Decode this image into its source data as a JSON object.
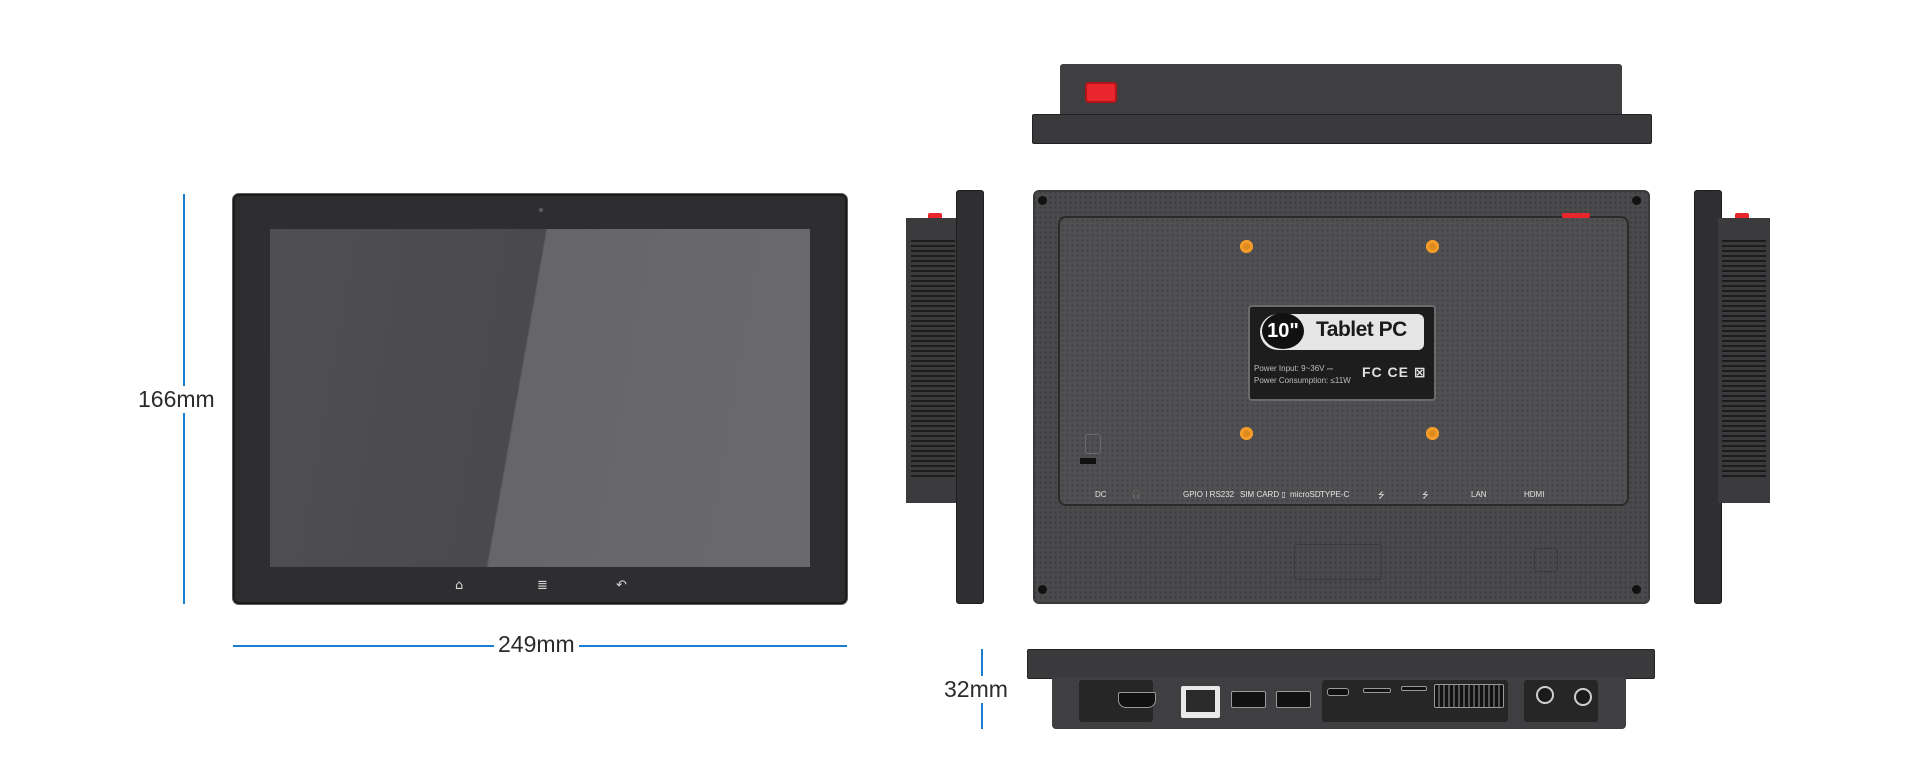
{
  "dimensions": {
    "height_label": "166mm",
    "width_label": "249mm",
    "depth_label": "32mm"
  },
  "front": {
    "nav_home_icon": "⌂",
    "nav_menu_icon": "≣",
    "nav_back_icon": "↶"
  },
  "back": {
    "badge_size": "10\"",
    "badge_title": "Tablet PC",
    "power_input": "Power Input: 9~36V ⎓",
    "power_consumption": "Power Consumption: ≤11W",
    "certifications": "FC CE ⊠",
    "port_labels": [
      {
        "text": "DC"
      },
      {
        "text": "🎧"
      },
      {
        "text": "GPIO I RS232"
      },
      {
        "text": "SIM CARD ▯"
      },
      {
        "text": "microSD"
      },
      {
        "text": "TYPE-C"
      },
      {
        "text": "⭍"
      },
      {
        "text": "⭍"
      },
      {
        "text": "LAN"
      },
      {
        "text": "HDMI"
      }
    ]
  },
  "colors": {
    "dimension_line": "#1a7fd0",
    "device_body": "#3f3f41",
    "accent_red": "#e8262c",
    "vesa_orange": "#e08a1e"
  }
}
